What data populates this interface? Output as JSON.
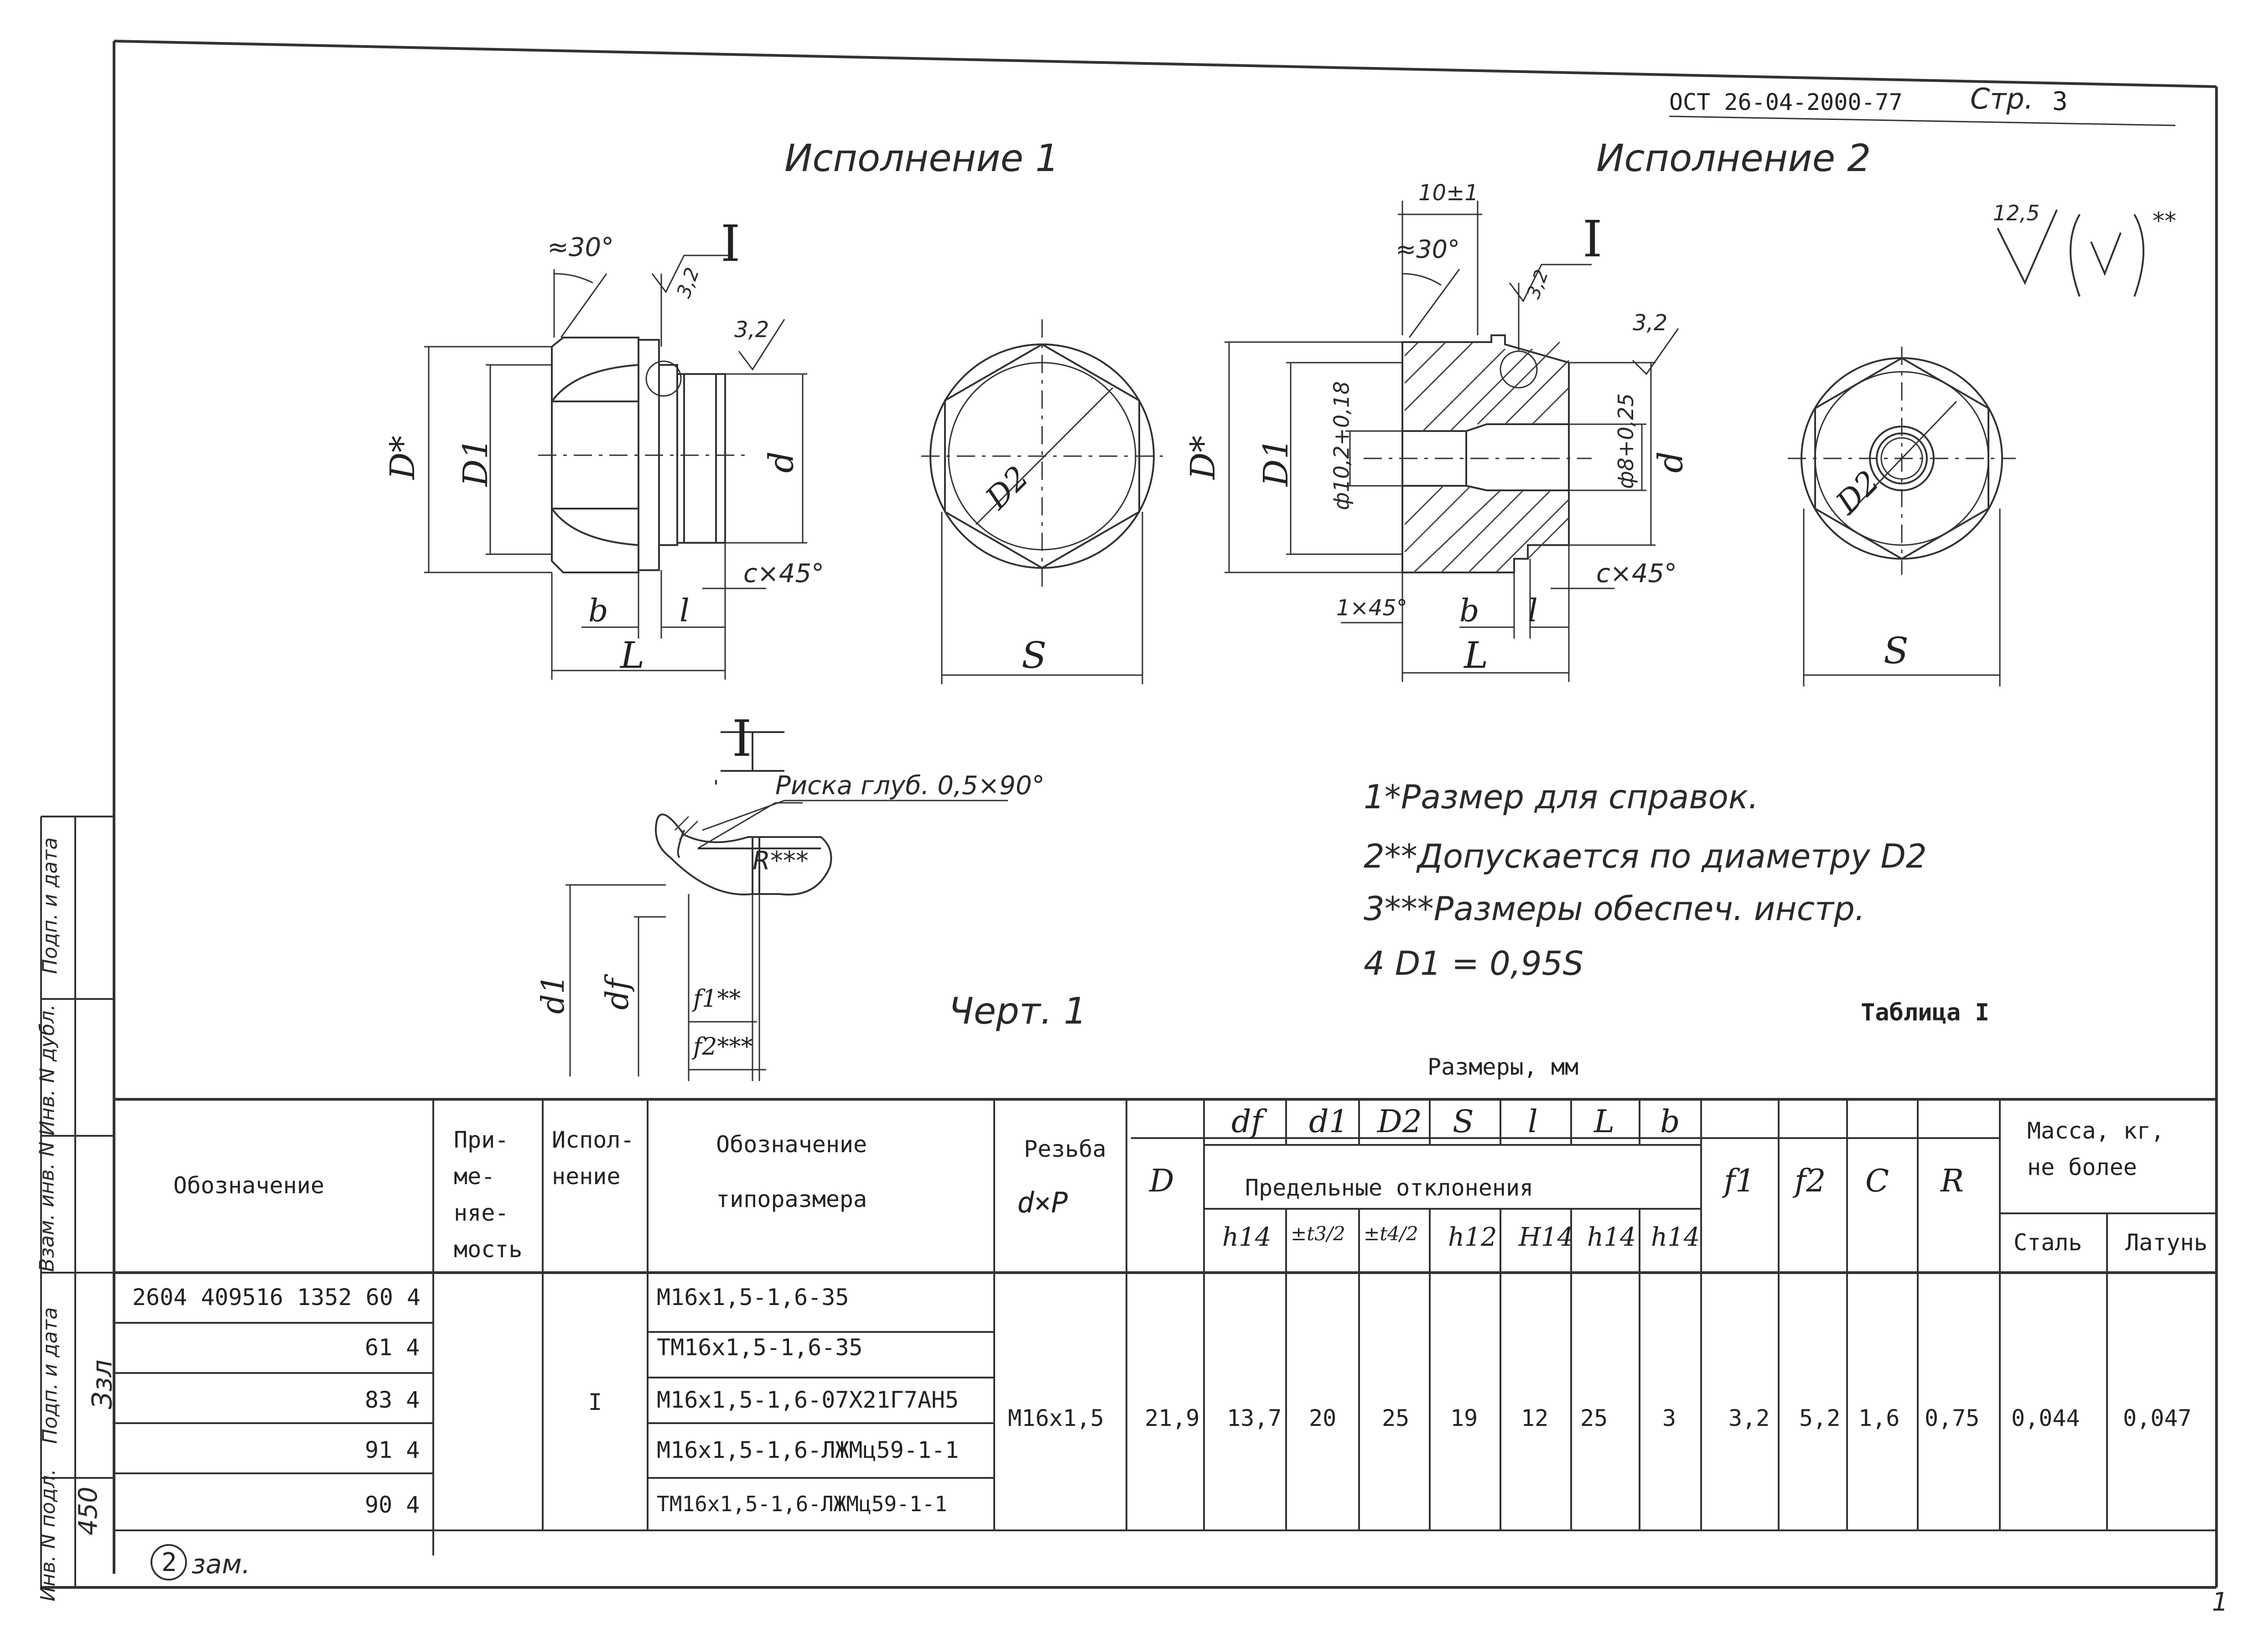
{
  "header": {
    "doc_number": "ОСТ 26-04-2000-77",
    "page_label": "Стр.",
    "page_number": "3"
  },
  "views": {
    "variant1_title": "Исполнение 1",
    "variant2_title": "Исполнение 2",
    "roughness_value": "12,5",
    "roughness_mark": "(√)**",
    "v1": {
      "angle": "≈30°",
      "detail_mark": "I",
      "rough_a": "3,2",
      "rough_b": "3,2",
      "D_star": "D*",
      "D1": "D1",
      "d": "d",
      "chamfer": "c×45°",
      "b": "b",
      "l": "l",
      "L": "L",
      "D2": "D2",
      "S": "S"
    },
    "v2": {
      "width": "10±1",
      "angle": "≈30°",
      "detail_mark": "I",
      "rough_a": "3,2",
      "rough_b": "3,2",
      "hole_big": "ф10,2+0,18",
      "hole_small": "ф8+0,25",
      "D_star": "D*",
      "D1": "D1",
      "d": "d",
      "chamfer_left": "1×45°",
      "chamfer": "c×45°",
      "b": "b",
      "l": "l",
      "L": "L",
      "D2": "D2",
      "S": "S"
    },
    "detail": {
      "mark": "I",
      "groove_note": "Риска глуб. 0,5×90°",
      "R": "R***",
      "d1": "d1",
      "df": "df",
      "f1": "f1**",
      "f2": "f2***"
    },
    "drawing_label": "Черт. 1"
  },
  "notes": [
    "1*Размер для справок.",
    "2**Допускается по диаметру D2",
    "3***Размеры обеспеч. инстр.",
    "4 D1 = 0,95S"
  ],
  "table": {
    "caption": "Таблица I",
    "subcaption": "Размеры, мм",
    "headers": {
      "designation": "Обозначение",
      "applicability": [
        "При-",
        "ме-",
        "няе-",
        "мость"
      ],
      "variant": [
        "Испол-",
        "нение"
      ],
      "size_designation": [
        "Обозначение",
        "типоразмера"
      ],
      "thread": [
        "Резьба",
        "d×P"
      ],
      "D": "D",
      "df": "df",
      "d1": "d1",
      "D2": "D2",
      "S": "S",
      "l": "l",
      "L": "L",
      "b": "b",
      "limits": "Предельные отклонения",
      "tol_df": "h14",
      "tol_d1": "±t3/2",
      "tol_D2": "±t4/2",
      "tol_S": "h12",
      "tol_l": "H14",
      "tol_L": "h14",
      "tol_b": "h14",
      "f1": "f1",
      "f2": "f2",
      "c": "C",
      "R": "R",
      "mass": [
        "Масса, кг,",
        "не более"
      ],
      "steel": "Сталь",
      "brass": "Латунь"
    },
    "rows": [
      {
        "designation": "2604 409516 1352 60 4",
        "size": "M16x1,5-1,6-35"
      },
      {
        "designation": "61 4",
        "size": "TM16x1,5-1,6-35"
      },
      {
        "designation": "83 4",
        "size": "M16x1,5-1,6-07X21Г7АН5"
      },
      {
        "designation": "91 4",
        "size": "M16x1,5-1,6-ЛЖМц59-1-1"
      },
      {
        "designation": "90 4",
        "size": "TM16x1,5-1,6-ЛЖМц59-1-1"
      }
    ],
    "shared": {
      "variant": "I",
      "thread": "M16x1,5",
      "D": "21,9",
      "df": "13,7",
      "d1": "20",
      "D2": "25",
      "S": "19",
      "l": "12",
      "L": "25",
      "b": "3",
      "f1": "3,2",
      "f2": "5,2",
      "c": "1,6",
      "R": "0,75",
      "mass_steel": "0,044",
      "mass_brass": "0,047"
    }
  },
  "sidebar": {
    "labels": [
      "Подп. и дата",
      "Инв. N дубл.",
      "Взам. инв. N",
      "Подп. и дата",
      "Инв. N подл."
    ],
    "inv_number": "450",
    "change": "2",
    "change_label": "зам."
  },
  "footer_page": "1"
}
